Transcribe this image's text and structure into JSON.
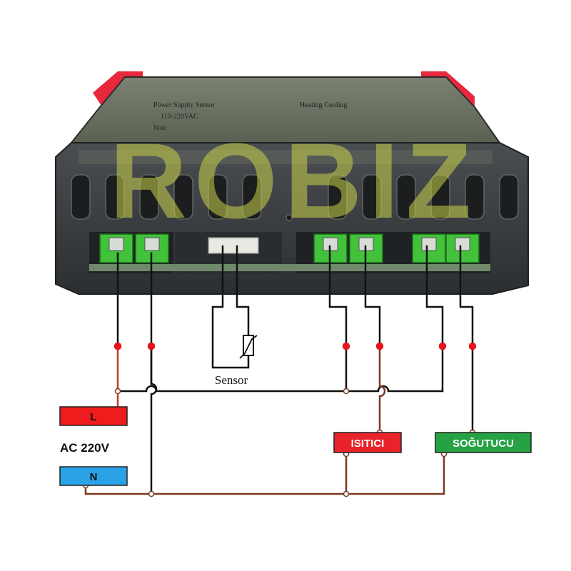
{
  "watermark": "ROBIZ",
  "sensor_label": "Sensor",
  "power": {
    "line_label": "L",
    "neutral_label": "N",
    "voltage_label": "AC 220V"
  },
  "outputs": {
    "heater_label": "ISITICI",
    "cooler_label": "SOĞUTUCU"
  },
  "device_top_text": [
    "Power Supply  Sensor",
    "110-220VAC",
    "Heating   Cooling",
    "Note"
  ],
  "colors": {
    "line_box": "#ee1c1c",
    "neutral_box": "#2aa3e6",
    "heater_box": "#e8232a",
    "cooler_box": "#25a244",
    "wire_black": "#111111",
    "wire_red": "#c0392b",
    "wire_brown": "#7a3b1e",
    "junction_dot": "#e8141c",
    "device_body": "#3a3d3f",
    "terminal_green": "#41c23a",
    "clip_red": "#e8283c",
    "watermark": "#c9d24a"
  }
}
